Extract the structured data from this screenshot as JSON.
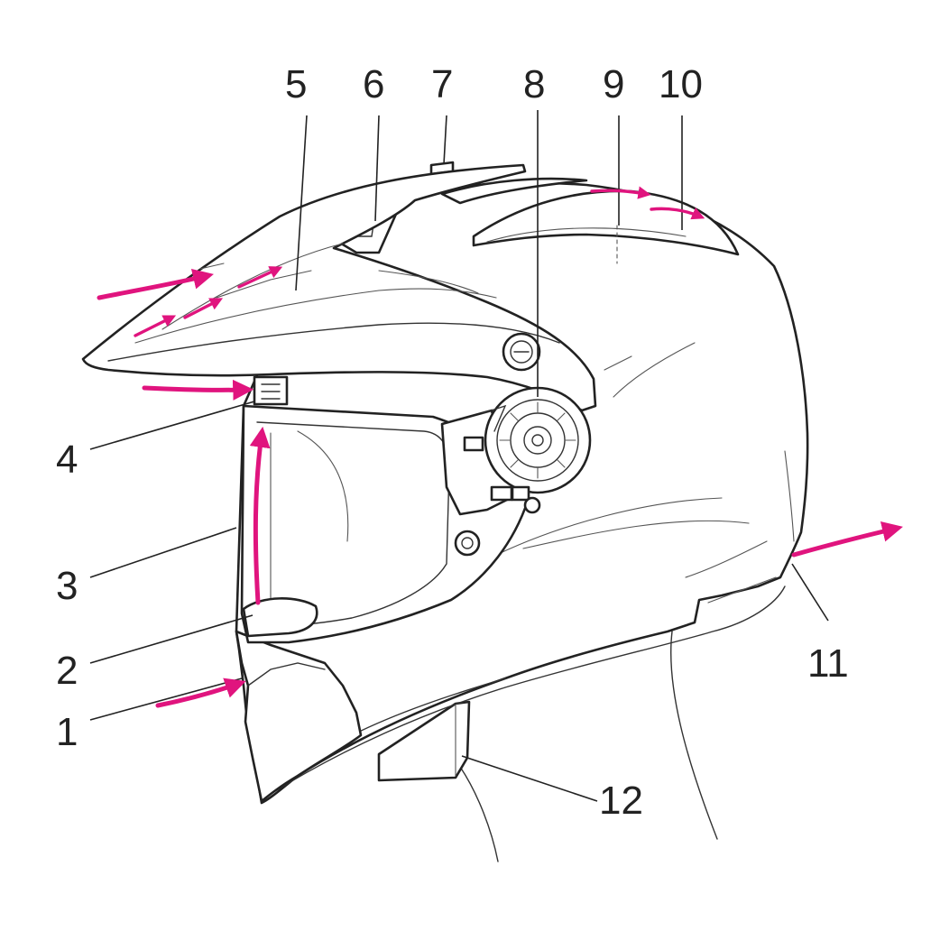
{
  "colors": {
    "airflow": "#e0147e",
    "line": "#222222",
    "background": "#ffffff"
  },
  "callouts": [
    {
      "label": "1"
    },
    {
      "label": "2"
    },
    {
      "label": "3"
    },
    {
      "label": "4"
    },
    {
      "label": "5"
    },
    {
      "label": "6"
    },
    {
      "label": "7"
    },
    {
      "label": "8"
    },
    {
      "label": "9"
    },
    {
      "label": "10"
    },
    {
      "label": "11"
    },
    {
      "label": "12"
    }
  ]
}
